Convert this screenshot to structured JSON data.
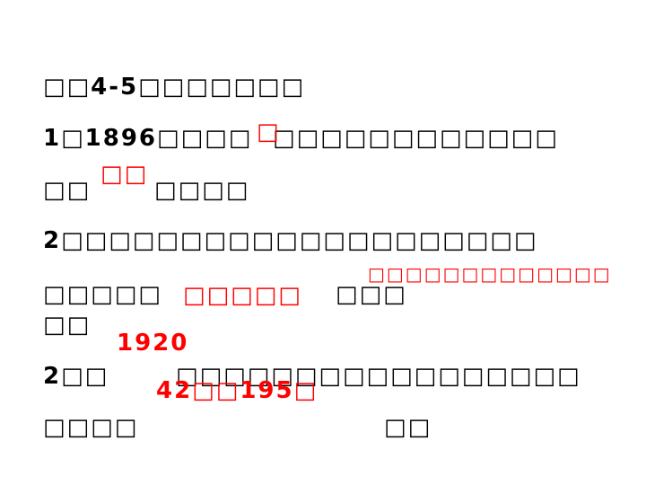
{
  "lines": {
    "l1": "□□4-5□□□□□□□",
    "l2a": "1□1896□□□□",
    "l2b": "□□□□□□□□□□□□",
    "l3a": "□□",
    "l3b": "□□□□",
    "l4": "2□□□□□□□□□□□□□□□□□□□□",
    "l5a": "□□□□□",
    "l5b": "□□□",
    "l6": "□□",
    "l7a": "2□□",
    "l7b": "□□□□□□□□□□□□□□□□□",
    "l8a": "□□□□",
    "l8b": "□□"
  },
  "answers": {
    "a1": "□",
    "a2": "□□",
    "a3": "□□□□□□□□□□□□□",
    "a4": "□□□□□",
    "a5": "1920",
    "a6": "42□□195□"
  },
  "colors": {
    "text": "#000000",
    "answer": "#ff0000"
  }
}
